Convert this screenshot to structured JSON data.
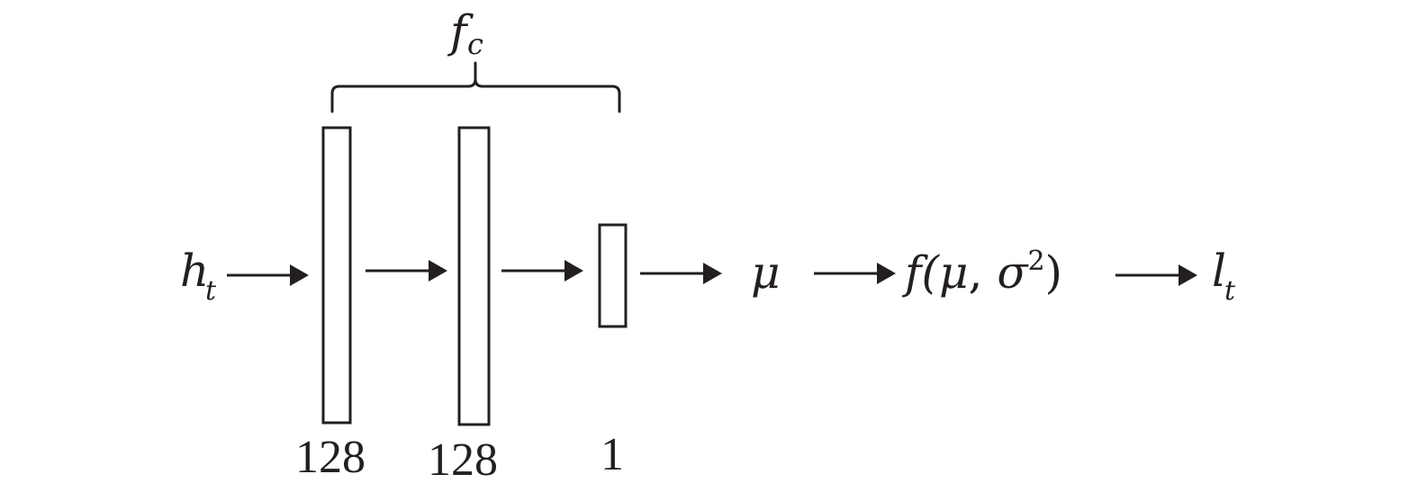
{
  "labels": {
    "input_base": "h",
    "input_sub": "t",
    "group_base": "f",
    "group_sub": "c",
    "mu": "μ",
    "dist_prefix": "f(",
    "dist_mu": "μ",
    "dist_comma": ", ",
    "dist_sigma": "σ",
    "dist_sup": "2",
    "dist_close": ")",
    "output_base": "l",
    "output_sub": "t"
  },
  "layers": [
    {
      "units": "128"
    },
    {
      "units": "128"
    },
    {
      "units": "1"
    }
  ],
  "colors": {
    "stroke": "#231f20",
    "background": "#ffffff"
  }
}
